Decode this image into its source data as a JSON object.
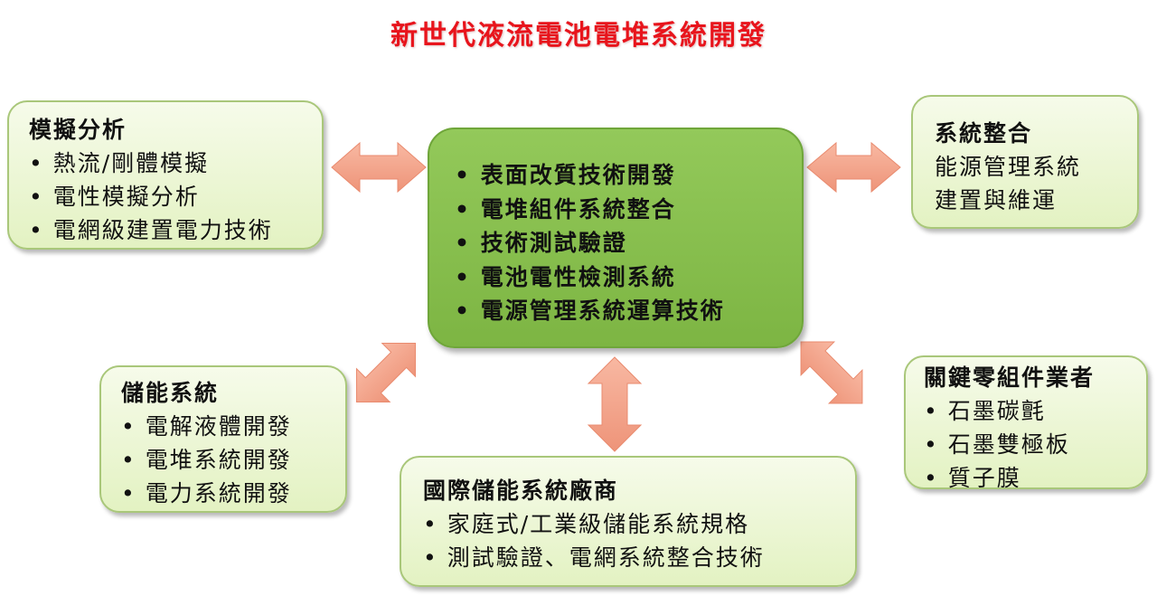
{
  "title": "新世代液流電池電堆系統開發",
  "center": {
    "items": [
      "表面改質技術開發",
      "電堆組件系統整合",
      "技術測試驗證",
      "電池電性檢測系統",
      "電源管理系統運算技術"
    ]
  },
  "simulation": {
    "heading": "模擬分析",
    "items": [
      "熱流/剛體模擬",
      "電性模擬分析",
      "電網級建置電力技術"
    ]
  },
  "integration": {
    "heading": "系統整合",
    "lines": [
      "能源管理系統",
      "建置與維運"
    ]
  },
  "storage": {
    "heading": "儲能系統",
    "items": [
      "電解液體開發",
      "電堆系統開發",
      "電力系統開發"
    ]
  },
  "vendors": {
    "heading": "國際儲能系統廠商",
    "items": [
      "家庭式/工業級儲能系統規格",
      "測試驗證、電網系統整合技術"
    ]
  },
  "components": {
    "heading": "關鍵零組件業者",
    "items": [
      "石墨碳氈",
      "石墨雙極板",
      "質子膜"
    ]
  },
  "colors": {
    "title": "#e8141c",
    "center_fill": "#7db543",
    "box_fill": "#e3f2c2",
    "arrow": "#f4a48a"
  }
}
